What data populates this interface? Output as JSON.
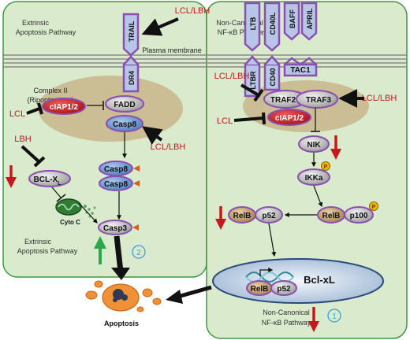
{
  "extrinsic_panel": {
    "title_top_line1": "Extrinsic",
    "title_top_line2": "Apoptosis Pathway",
    "complex_label_line1": "Complex II",
    "complex_label_line2": "(Ripoptosome)",
    "title_bottom_line1": "Extrinsic",
    "title_bottom_line2": "Apoptosis Pathway",
    "step_number": "2"
  },
  "noncanonical_panel": {
    "title_top_line1": "Non-Canonical",
    "title_top_line2": "NF-κB Pathway",
    "title_bottom_line1": "Non-Canonical",
    "title_bottom_line2": "NF-κB Pathway",
    "step_number": "1"
  },
  "membrane": {
    "label": "Plasma membrane"
  },
  "receptors": {
    "trail": "TRAIL",
    "dr4": "DR4",
    "ltb": "LTB",
    "ltbr": "LTBR",
    "cd40l": "CD40L",
    "cd40": "CD40",
    "baff": "BAFF",
    "april": "APRIL",
    "tac1": "TAC1"
  },
  "proteins": {
    "ciap_left": "cIAP1/2",
    "fadd": "FADD",
    "casp8_complex": "Casp8",
    "casp8_a": "Casp8",
    "casp8_b": "Casp8",
    "casp3": "Casp3",
    "bclx_main": "BCL-X",
    "bclx_sub": "L",
    "cyto_c": "Cyto C",
    "traf2": "TRAF2",
    "traf3": "TRAF3",
    "ciap_right": "cIAP1/2",
    "nik": "NIK",
    "ikka": "IKKa",
    "phospho": "P",
    "relb_left": "RelB",
    "p52_left": "p52",
    "relb_right": "RelB",
    "p100": "p100",
    "bcl_xl_gene": "Bcl-xL",
    "relb_nucleus": "RelB",
    "p52_nucleus": "p52"
  },
  "drugs": {
    "lcl_lbh_trail": "LCL/LBH",
    "lcl_ciap": "LCL",
    "lbh_bclx": "LBH",
    "lcl_lbh_casp8": "LCL/LBH",
    "lcl_lbh_traf2": "LCL/LBH",
    "lcl_lbh_traf3": "LCL/LBH",
    "lcl_ciap_right": "LCL"
  },
  "outcome": {
    "apoptosis": "Apoptosis"
  },
  "colors": {
    "panel_fill": "#d9ebcc",
    "panel_stroke": "#3d9a3d",
    "complex_fill": "#c9b88e",
    "ciap_fill": "#c8161d",
    "receptor_fill": "#b7c6e6",
    "purple_outline": "#8a4fb0",
    "drug_red": "#c8161d",
    "green_arrow": "#2aa84a",
    "apoptosis_orange": "#f0913a",
    "number_blue": "#3aa0d8"
  }
}
